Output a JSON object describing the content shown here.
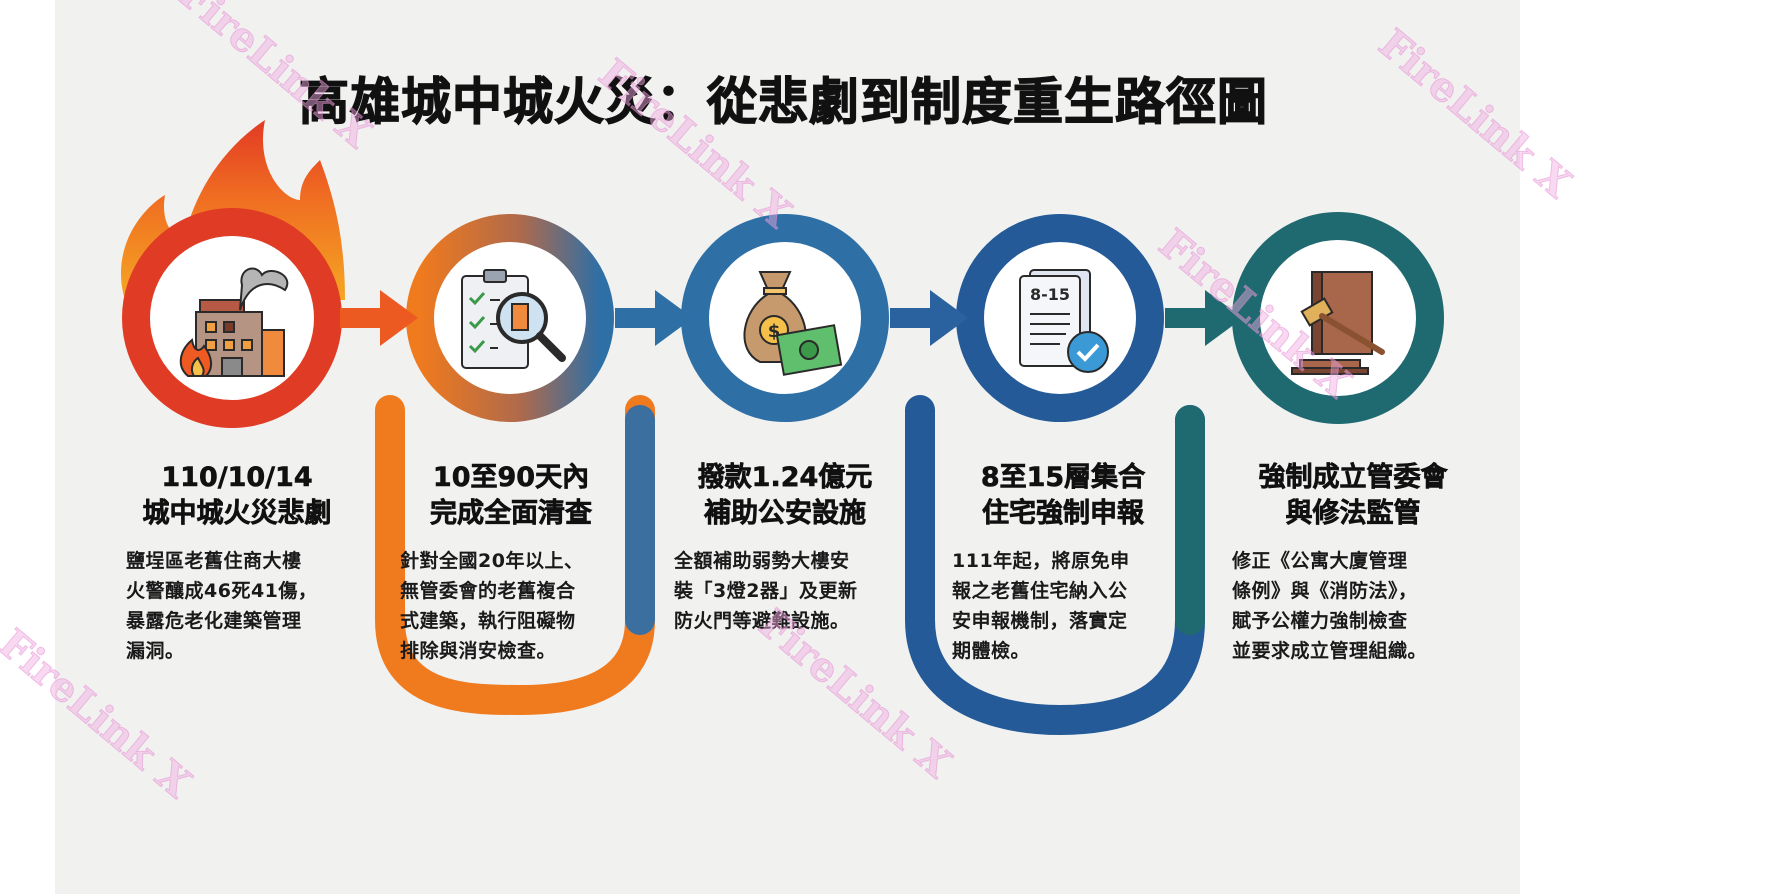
{
  "title": "高雄城中城火災：從悲劇到制度重生路徑圖",
  "watermark": "FireLink X",
  "colors": {
    "step1": "#e03b24",
    "step2": "#f07a1e",
    "step3": "#2e6fa6",
    "step4": "#245a98",
    "step5": "#1f6a70",
    "background": "#f1f1f0"
  },
  "steps": [
    {
      "icon": "burning-building-icon",
      "heading_line1": "110/10/14",
      "heading_line2": "城中城火災悲劇",
      "body": [
        "鹽埕區老舊住商大樓",
        "火警釀成46死41傷，",
        "暴露危老化建築管理",
        "漏洞。"
      ]
    },
    {
      "icon": "checklist-magnifier-icon",
      "heading_line1": "10至90天內",
      "heading_line2": "完成全面清查",
      "body": [
        "針對全國20年以上、",
        "無管委會的老舊複合",
        "式建築，執行阻礙物",
        "排除與消安檢查。"
      ]
    },
    {
      "icon": "money-bag-icon",
      "heading_line1": "撥款1.24億元",
      "heading_line2": "補助公安設施",
      "body": [
        "全額補助弱勢大樓安",
        "裝「3燈2器」及更新",
        "防火門等避難設施。"
      ]
    },
    {
      "icon": "document-check-icon",
      "icon_label": "8-15",
      "heading_line1": "8至15層集合",
      "heading_line2": "住宅強制申報",
      "body": [
        "111年起，將原免申",
        "報之老舊住宅納入公",
        "安申報機制，落實定",
        "期體檢。"
      ]
    },
    {
      "icon": "gavel-law-book-icon",
      "heading_line1": "強制成立管委會",
      "heading_line2": "與修法監管",
      "body": [
        "修正《公寓大廈管理",
        "條例》與《消防法》，",
        "賦予公權力強制檢查",
        "並要求成立管理組織。"
      ]
    }
  ]
}
